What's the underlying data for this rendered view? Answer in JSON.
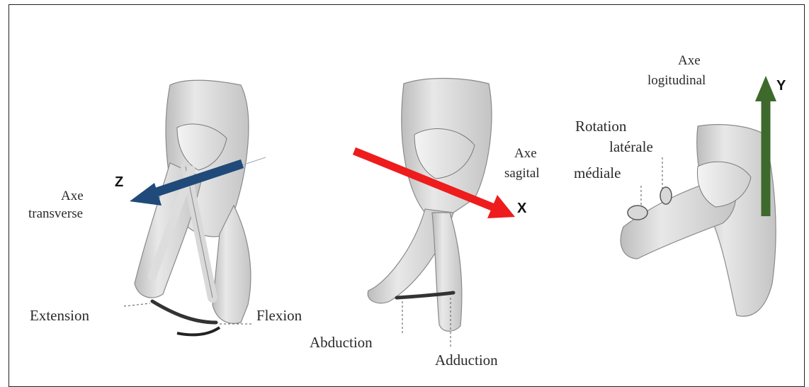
{
  "figure": {
    "panel_hip_flexion": {
      "axis_letter": "Z",
      "axis_name_line1": "Axe",
      "axis_name_line2": "transverse",
      "movement_left": "Extension",
      "movement_right": "Flexion",
      "arrow_color": "#1f4a7a"
    },
    "panel_hip_abduction": {
      "axis_letter": "X",
      "axis_name_line1": "Axe",
      "axis_name_line2": "sagital",
      "movement_left": "Abduction",
      "movement_right": "Adduction",
      "arrow_color": "#ee1c1c"
    },
    "panel_hip_rotation": {
      "axis_letter": "Y",
      "axis_name_line1": "Axe",
      "axis_name_line2": "logitudinal",
      "rotation_title": "Rotation",
      "rotation_lateral": "latérale",
      "rotation_medial": "médiale",
      "arrow_color": "#3d6a2c"
    },
    "illustration": "hip-joint-anatomy-illustration"
  }
}
